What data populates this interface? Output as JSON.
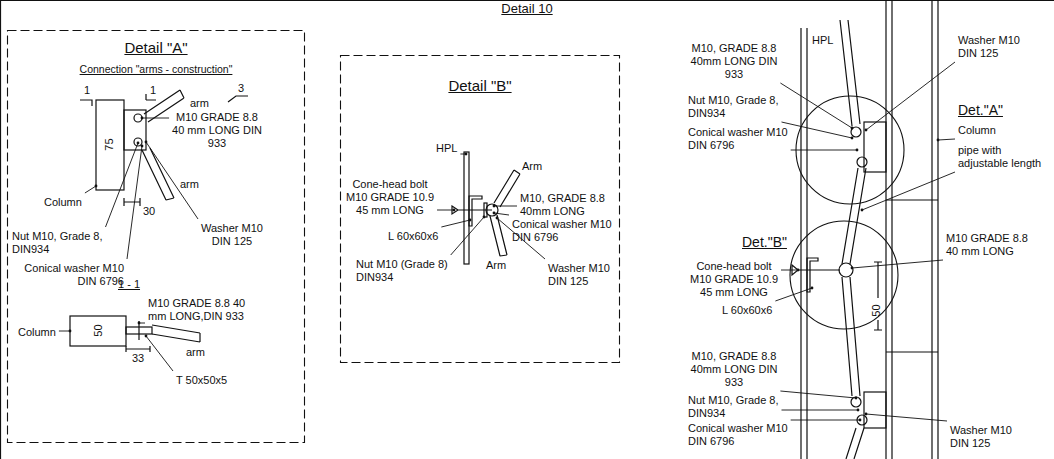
{
  "diagram": {
    "title": "Detail 10",
    "nodes": [
      {
        "text": [
          "Detail \"A\"",
          "Connection \"arms - construction\""
        ]
      },
      {
        "text": [
          "Detail \"B\""
        ]
      },
      {
        "text": [
          "Det.\"A\""
        ]
      },
      {
        "text": [
          "Det.\"B\""
        ]
      }
    ],
    "labels": [
      "1",
      "1",
      "3",
      "arm",
      "75",
      "M10 GRADE 8.8 40 mm LONG DIN 933",
      "arm",
      "Column",
      "30",
      "Nut M10, Grade 8, DIN934",
      "Washer M10 DIN 125",
      "Conical washer M10 DIN 6796",
      "1 - 1",
      "M10 GRADE 8.8 40 mm LONG,DIN 933",
      "Column",
      "50",
      "arm",
      "33",
      "T 50x50x5",
      "HPL",
      "Cone-head bolt M10 GRADE 10.9 45 mm LONG",
      "Arm",
      "M10, GRADE 8.8 40mm LONG",
      "Conical washer M10 DIN 6796",
      "L 60x60x6",
      "Arm",
      "Nut M10 (Grade 8) DIN934",
      "Washer M10 DIN 125",
      "HPL",
      "M10, GRADE 8.8 40mm LONG DIN 933",
      "Washer M10 DIN 125",
      "Nut M10, Grade 8, DIN934",
      "Column",
      "Conical washer M10 DIN 6796",
      "pipe with adjustable length",
      "Cone-head bolt M10 GRADE 10.9 45 mm LONG",
      "M10 GRADE 8.8 40 mm LONG",
      "L 60x60x6",
      "50",
      "M10, GRADE 8.8 40mm LONG DIN 933",
      "Nut M10, Grade 8, DIN934",
      "Conical washer M10 DIN 6796",
      "Washer M10 DIN 125"
    ]
  }
}
